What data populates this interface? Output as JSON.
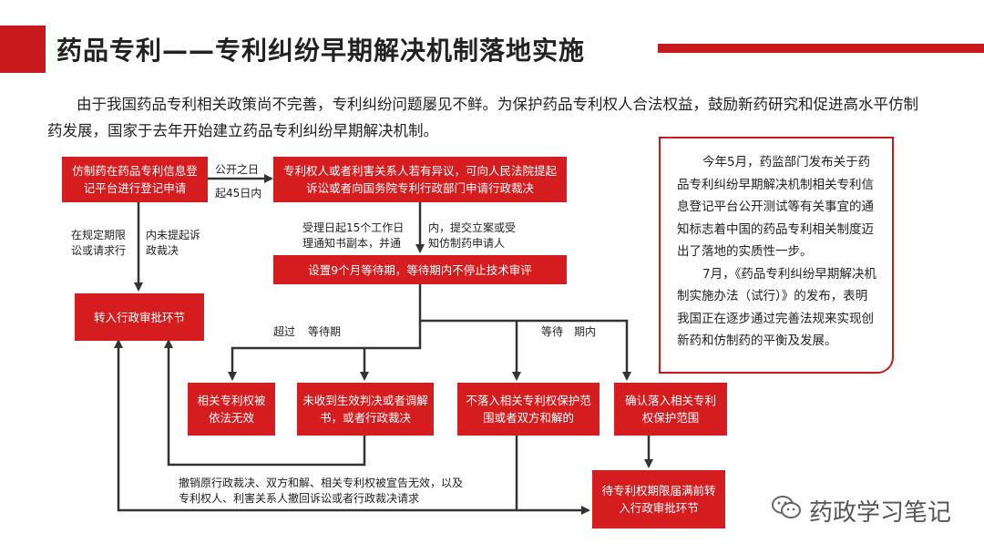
{
  "header": {
    "title": "药品专利——专利纠纷早期解决机制落地实施"
  },
  "intro": {
    "text": "由于我国药品专利相关政策尚不完善，专利纠纷问题屡见不鲜。为保护药品专利权人合法权益，鼓励新药研究和促进高水平仿制药发展，国家于去年开始建立药品专利纠纷早期解决机制。"
  },
  "flow": {
    "box_register": "仿制药在药品专利信息登记平台进行登记申请",
    "box_objection": "专利权人或者利害关系人若有异议，可向人民法院提起诉讼或者向国务院专利行政部门申请行政裁决",
    "box_wait": "设置9个月等待期，等待期内不停止技术审评",
    "box_transfer_admin": "转入行政审批环节",
    "box_invalid": "相关专利权被依法无效",
    "box_no_judgment": "未收到生效判决或者调解书，或者行政裁决",
    "box_not_in_scope": "不落入相关专利权保护范围或者双方和解的",
    "box_in_scope": "确认落入相关专利权保护范围",
    "box_expire": "待专利权期限届满前转入行政审批环节",
    "label_publish_1": "公开之日",
    "label_publish_2": "起45日内",
    "label_no_suit_1": "在规定期限",
    "label_no_suit_2": "内未提起诉",
    "label_no_suit_3": "讼或请求行",
    "label_no_suit_4": "政裁决",
    "label_accept_1": "受理日起15个工作日",
    "label_accept_2": "内，提交立案或受",
    "label_accept_3": "理通知书副本，并通",
    "label_accept_4": "知仿制药申请人",
    "label_over_1": "超过",
    "label_over_2": "等待期",
    "label_within_1": "等待",
    "label_within_2": "期内",
    "label_revoke_1": "撤销原行政裁决、双方和解、相关专利权被宣告无效，以及",
    "label_revoke_2": "专利权人、利害关系人撤回诉讼或者行政裁决请求"
  },
  "note": {
    "para1": "今年5月，药监部门发布关于药品专利纠纷早期解决机制相关专利信息登记平台公开测试等有关事宜的通知标志着中国的药品专利相关制度迈出了落地的实质性一步。",
    "para2": "7月，《药品专利纠纷早期解决机制实施办法（试行）》的发布，表明我国正在逐步通过完善法规来实现创新药和仿制药的平衡及发展。"
  },
  "watermark": {
    "text": "药政学习笔记",
    "icon": "wechat-icon"
  },
  "colors": {
    "accent": "#c8191d",
    "box": "#d51d20",
    "line": "#333333"
  }
}
